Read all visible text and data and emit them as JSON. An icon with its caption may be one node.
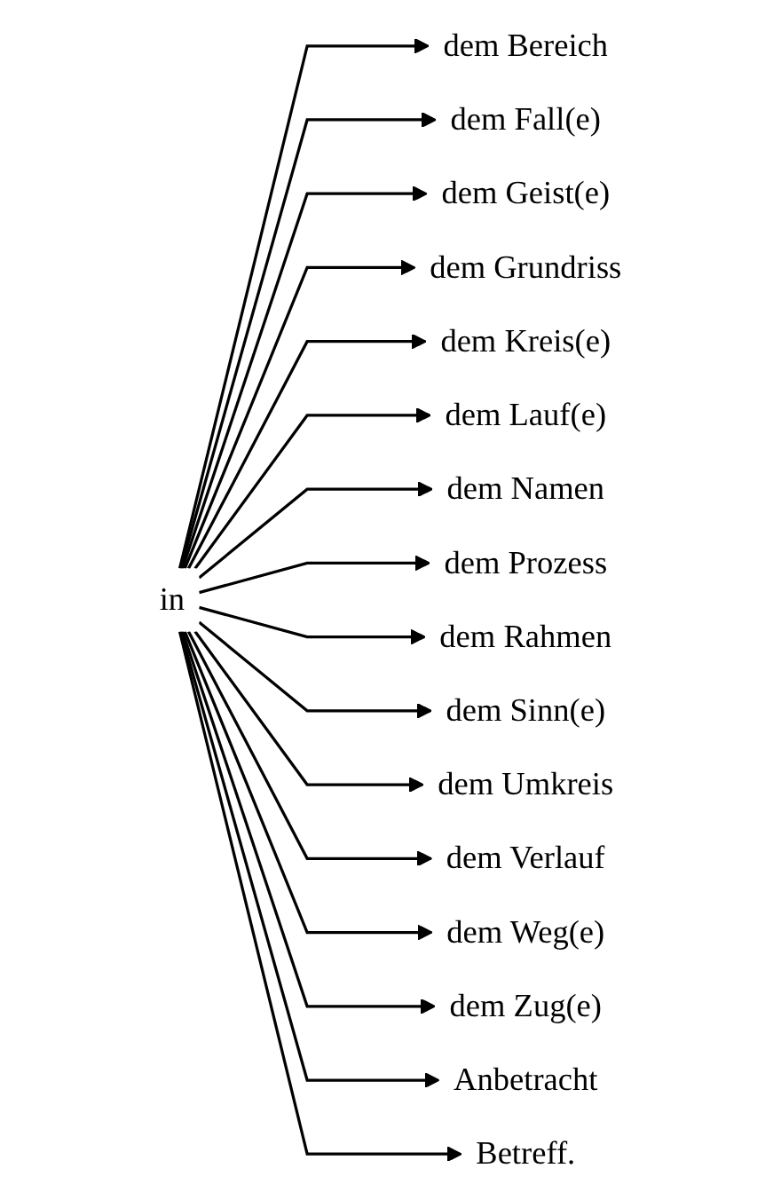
{
  "diagram": {
    "nodes": [
      {
        "text": [
          "in"
        ]
      },
      {
        "text": [
          "dem Bereich"
        ]
      },
      {
        "text": [
          "dem Fall(e)"
        ]
      },
      {
        "text": [
          "dem Geist(e)"
        ]
      },
      {
        "text": [
          "dem Grundriss"
        ]
      },
      {
        "text": [
          "dem Kreis(e)"
        ]
      },
      {
        "text": [
          "dem Lauf(e)"
        ]
      },
      {
        "text": [
          "dem Namen"
        ]
      },
      {
        "text": [
          "dem Prozess"
        ]
      },
      {
        "text": [
          "dem Rahmen"
        ]
      },
      {
        "text": [
          "dem Sinn(e)"
        ]
      },
      {
        "text": [
          "dem Umkreis"
        ]
      },
      {
        "text": [
          "dem Verlauf"
        ]
      },
      {
        "text": [
          "dem Weg(e)"
        ]
      },
      {
        "text": [
          "dem Zug(e)"
        ]
      },
      {
        "text": [
          "Anbetracht"
        ]
      },
      {
        "text": [
          "Betreff."
        ]
      }
    ],
    "edges": [
      {
        "from": 0,
        "to": 1,
        "arrow": "to"
      },
      {
        "from": 0,
        "to": 2,
        "arrow": "to"
      },
      {
        "from": 0,
        "to": 3,
        "arrow": "to"
      },
      {
        "from": 0,
        "to": 4,
        "arrow": "to"
      },
      {
        "from": 0,
        "to": 5,
        "arrow": "to"
      },
      {
        "from": 0,
        "to": 6,
        "arrow": "to"
      },
      {
        "from": 0,
        "to": 7,
        "arrow": "to"
      },
      {
        "from": 0,
        "to": 8,
        "arrow": "to"
      },
      {
        "from": 0,
        "to": 9,
        "arrow": "to"
      },
      {
        "from": 0,
        "to": 10,
        "arrow": "to"
      },
      {
        "from": 0,
        "to": 11,
        "arrow": "to"
      },
      {
        "from": 0,
        "to": 12,
        "arrow": "to"
      },
      {
        "from": 0,
        "to": 13,
        "arrow": "to"
      },
      {
        "from": 0,
        "to": 14,
        "arrow": "to"
      },
      {
        "from": 0,
        "to": 15,
        "arrow": "to"
      },
      {
        "from": 0,
        "to": 16,
        "arrow": "to"
      }
    ]
  }
}
